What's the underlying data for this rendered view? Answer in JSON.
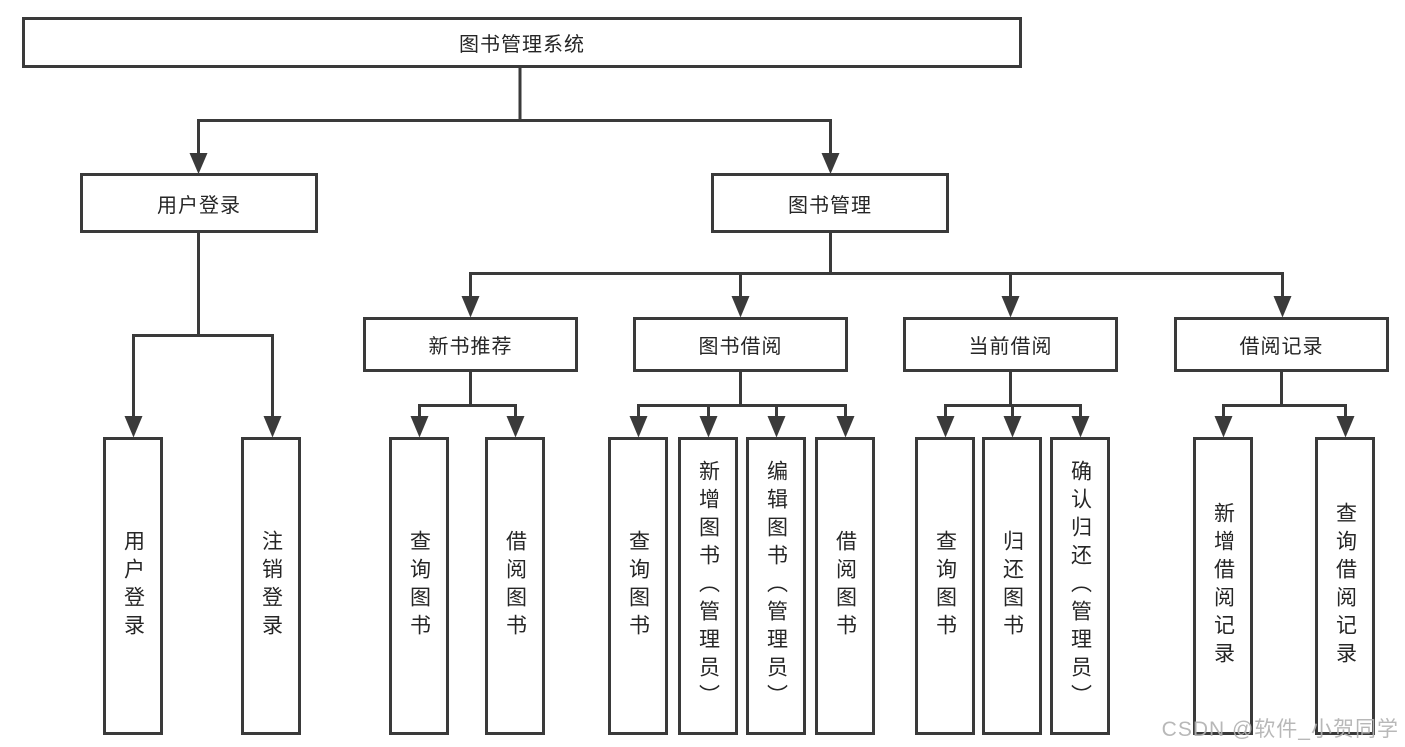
{
  "diagram": {
    "type": "tree",
    "colors": {
      "line": "#3a3a3a",
      "box_border": "#3a3a3a",
      "box_bg": "#ffffff",
      "text": "#262626",
      "watermark": "#b2b2b2"
    },
    "root": {
      "label": "图书管理系统"
    },
    "branches": [
      {
        "label": "用户登录",
        "children": [
          {
            "label": "用户登录"
          },
          {
            "label": "注销登录"
          }
        ]
      },
      {
        "label": "图书管理",
        "children": [
          {
            "label": "新书推荐",
            "children": [
              {
                "label": "查询图书"
              },
              {
                "label": "借阅图书"
              }
            ]
          },
          {
            "label": "图书借阅",
            "children": [
              {
                "label": "查询图书"
              },
              {
                "label": "新增图书（管理员）"
              },
              {
                "label": "编辑图书（管理员）"
              },
              {
                "label": "借阅图书"
              }
            ]
          },
          {
            "label": "当前借阅",
            "children": [
              {
                "label": "查询图书"
              },
              {
                "label": "归还图书"
              },
              {
                "label": "确认归还（管理员）"
              }
            ]
          },
          {
            "label": "借阅记录",
            "children": [
              {
                "label": "新增借阅记录"
              },
              {
                "label": "查询借阅记录"
              }
            ]
          }
        ]
      }
    ],
    "watermark": "CSDN @软件_小贺同学"
  }
}
